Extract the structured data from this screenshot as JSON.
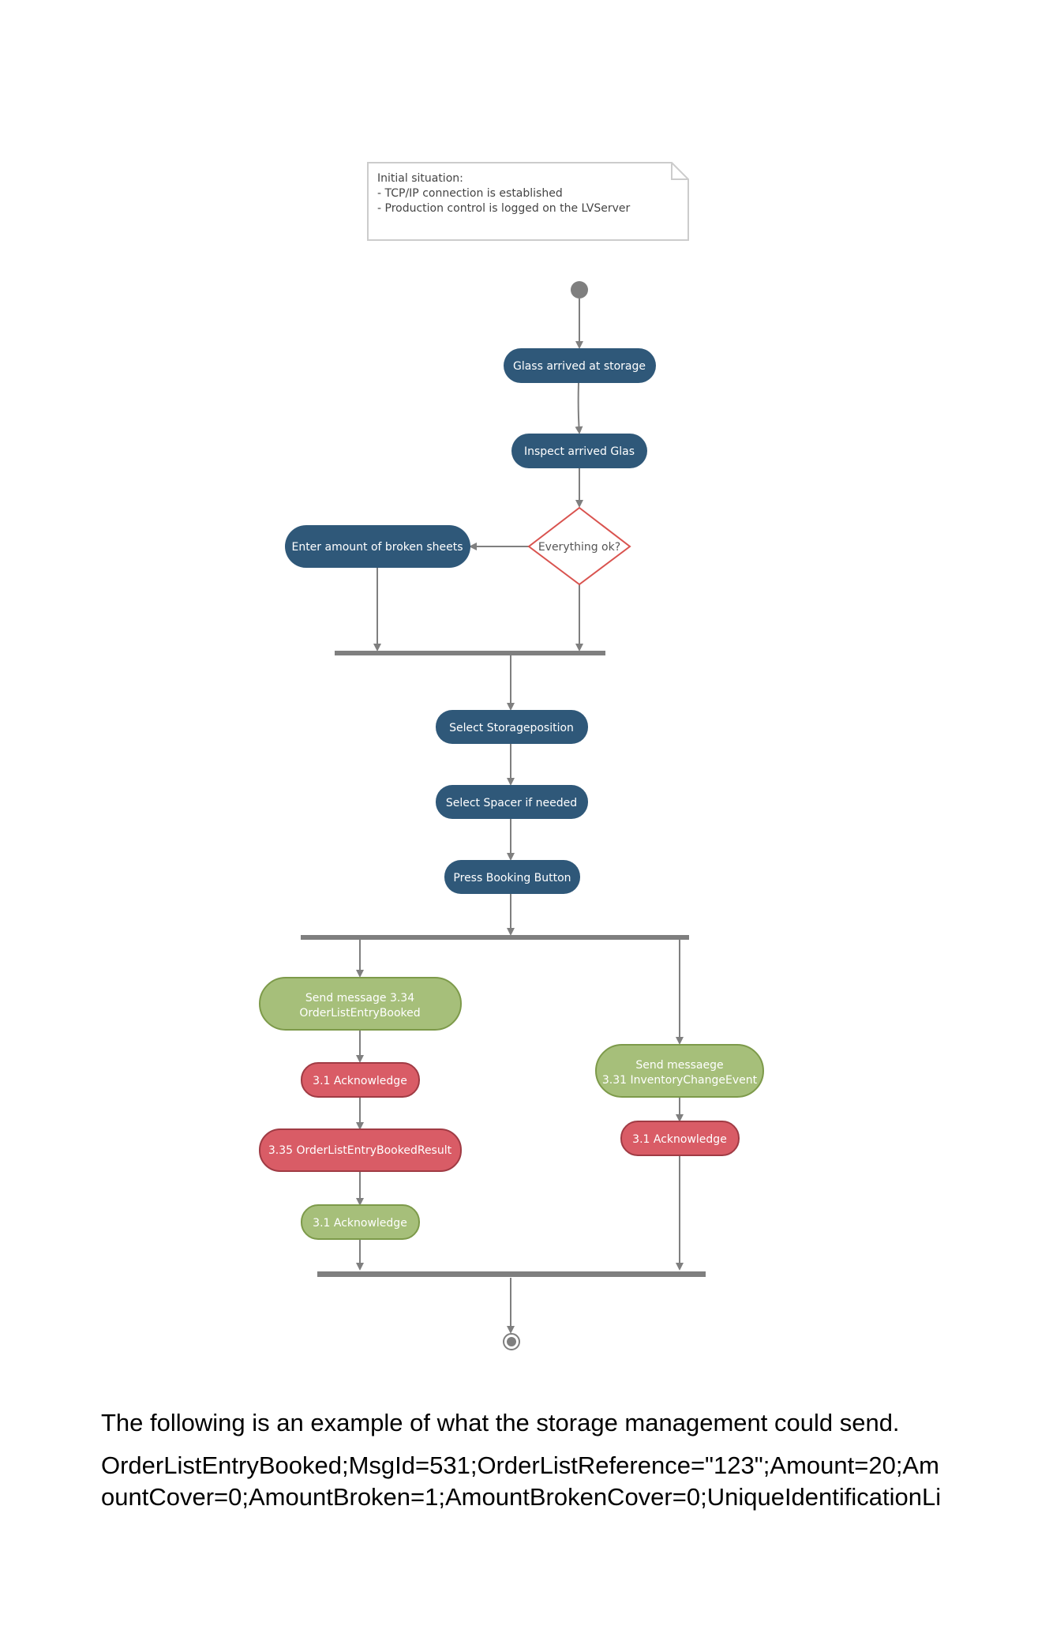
{
  "note": {
    "lines": [
      "Initial situation:",
      "- TCP/IP connection is established",
      "- Production control is logged on the LVServer"
    ]
  },
  "colors": {
    "action": "#2f5879",
    "send": "#a6bf7a",
    "send_border": "#7d9a4a",
    "error": "#d95c66",
    "error_border": "#a03b44",
    "edge": "#7f7f7f",
    "decision_border": "#d9534f",
    "note_border": "#cccccc"
  },
  "nodes": {
    "glass_arrived": "Glass arrived at storage",
    "inspect": "Inspect arrived Glas",
    "decision": "Everything ok?",
    "broken_sheets": "Enter amount of broken sheets",
    "select_storage": "Select Storageposition",
    "select_spacer": "Select Spacer if needed",
    "press_booking": "Press Booking Button",
    "send_334_line1": "Send message 3.34",
    "send_334_line2": "OrderListEntryBooked",
    "ack_left_1": "3.1 Acknowledge",
    "result_335": "3.35 OrderListEntryBookedResult",
    "ack_left_2": "3.1 Acknowledge",
    "send_331_line1": "Send messaege",
    "send_331_line2": "3.31 InventoryChangeEvent",
    "ack_right": "3.1 Acknowledge"
  },
  "caption": {
    "intro": "The following is an example of what the storage management could send.",
    "example_line1": "OrderListEntryBooked;MsgId=531;OrderListReference=\"123\";Amount=20;Am",
    "example_line2": "ountCover=0;AmountBroken=1;AmountBrokenCover=0;UniqueIdentificationLi"
  }
}
